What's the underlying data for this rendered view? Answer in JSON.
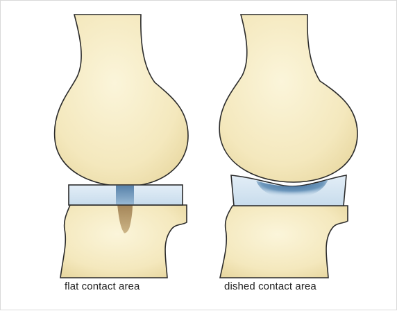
{
  "captions": {
    "left": "flat contact area",
    "right": "dished contact area"
  },
  "colors": {
    "bone_fill": "#f8efc8",
    "bone_stroke": "#2a2a2a",
    "insert_fill": "#d6e6f2",
    "contact_blue": "#4f7fa8",
    "contact_brown": "#9a7a4c"
  },
  "panels": [
    {
      "name": "flat-contact",
      "insert_shape": "flat"
    },
    {
      "name": "dished-contact",
      "insert_shape": "dished"
    }
  ]
}
